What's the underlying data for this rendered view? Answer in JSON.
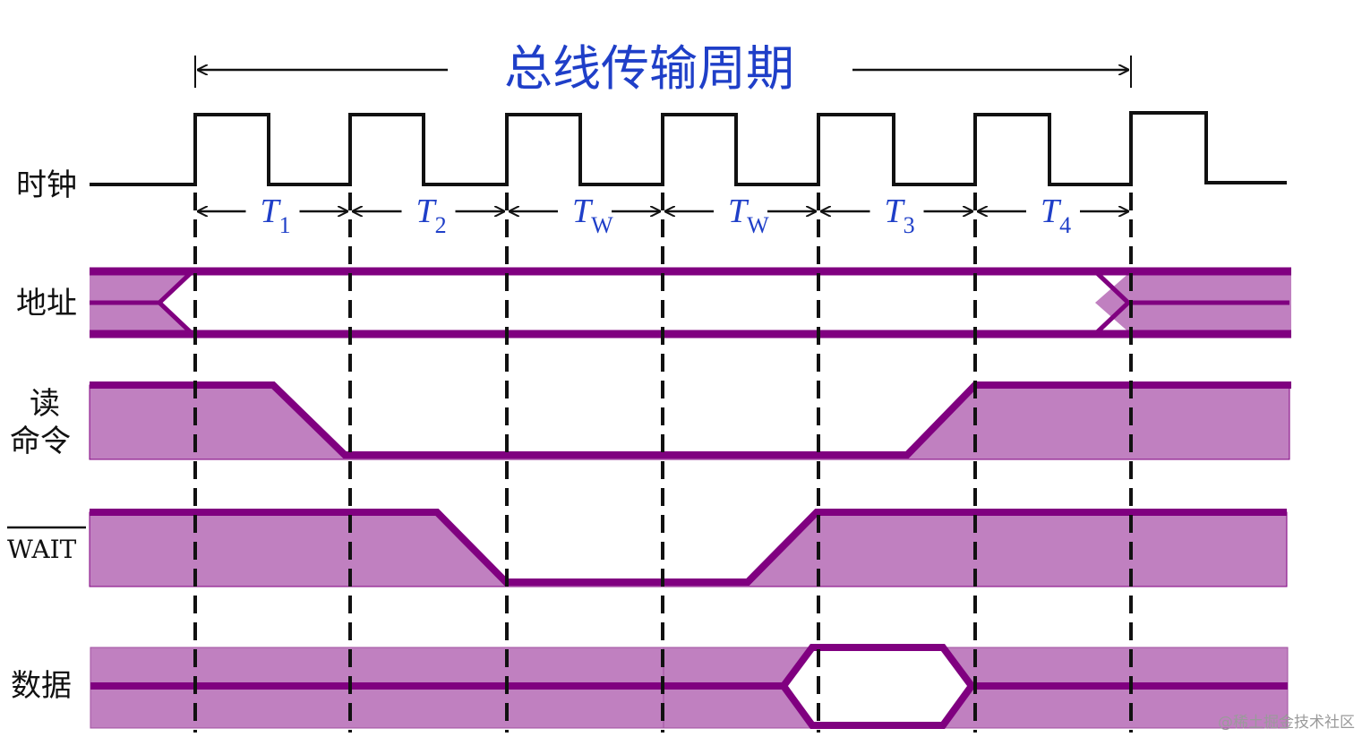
{
  "title": "总线传输周期",
  "colors": {
    "signal": "#800080",
    "fill": "#c080c0",
    "title": "#1f3fc8",
    "clock": "#111111"
  },
  "signals": {
    "clock": "时钟",
    "address": "地址",
    "read_cmd_line1": "读",
    "read_cmd_line2": "命令",
    "wait": "WAIT",
    "data": "数据"
  },
  "periods": [
    {
      "name": "T",
      "sub": "1"
    },
    {
      "name": "T",
      "sub": "2"
    },
    {
      "name": "T",
      "sub": "W"
    },
    {
      "name": "T",
      "sub": "W"
    },
    {
      "name": "T",
      "sub": "3"
    },
    {
      "name": "T",
      "sub": "4"
    }
  ],
  "watermark": "@稀土掘金技术社区"
}
